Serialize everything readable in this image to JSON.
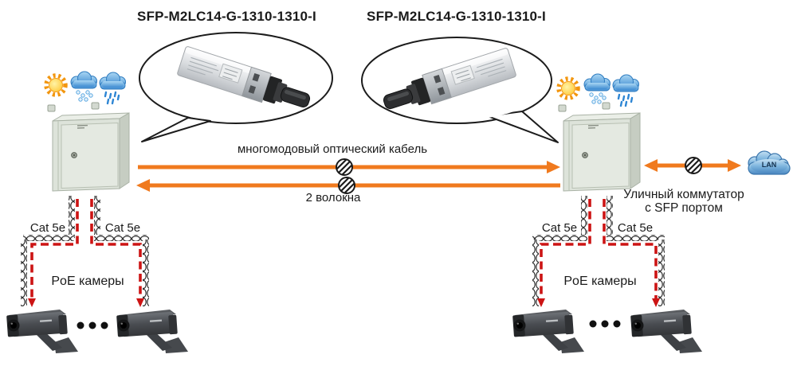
{
  "titles": {
    "left_module": "SFP-M2LC14-G-1310-1310-I",
    "right_module": "SFP-M2LC14-G-1310-1310-I"
  },
  "link": {
    "cable_label": "многомодовый оптический кабель",
    "fibers_label": "2 волокна"
  },
  "switch": {
    "caption_line1": "Уличный коммутатор",
    "caption_line2": "с SFP портом"
  },
  "lan": {
    "label": "LAN"
  },
  "cables": {
    "cat5e_label": "Cat 5e"
  },
  "cameras": {
    "poe_label": "PoE камеры"
  },
  "colors": {
    "arrow_orange": "#f07a1e",
    "cable_red": "#cc1414",
    "lan_cloud_blue": "#5b9bd0",
    "weather_cloud_blue": "#4a94d8",
    "sun_yellow": "#f7a823",
    "cabinet_gray": "#dde3da"
  }
}
